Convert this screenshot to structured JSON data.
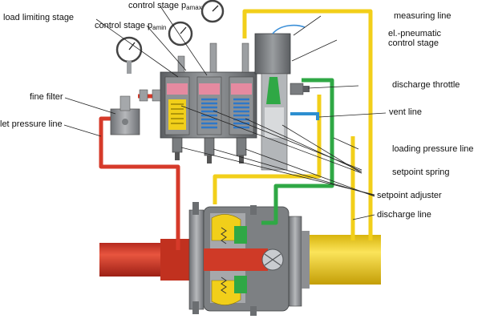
{
  "colors": {
    "inlet": "#d63a2a",
    "outlet": "#f3d21b",
    "loading": "#2fa845",
    "vent": "#2d8fd0",
    "body": "#8d8f92",
    "body_dark": "#55585b",
    "spring": "#3d8ad6"
  },
  "labels": {
    "control_stage_pamax": {
      "main": "control stage p",
      "sub": "amax"
    },
    "control_stage_pamin": {
      "main": "control stage p",
      "sub": "amin"
    },
    "load_limiting_stage": "load limiting stage",
    "measuring_line": "measuring line",
    "el_pneumatic_line1": "el.-pneumatic",
    "el_pneumatic_line2": "control stage",
    "fine_filter": "fine filter",
    "inlet_pressure_line": "let pressure line",
    "discharge_throttle": "discharge throttle",
    "vent_line": "vent line",
    "loading_pressure_line": "loading pressure line",
    "setpoint_spring": "setpoint spring",
    "setpoint_adjuster": "setpoint adjuster",
    "discharge_line": "discharge line"
  }
}
